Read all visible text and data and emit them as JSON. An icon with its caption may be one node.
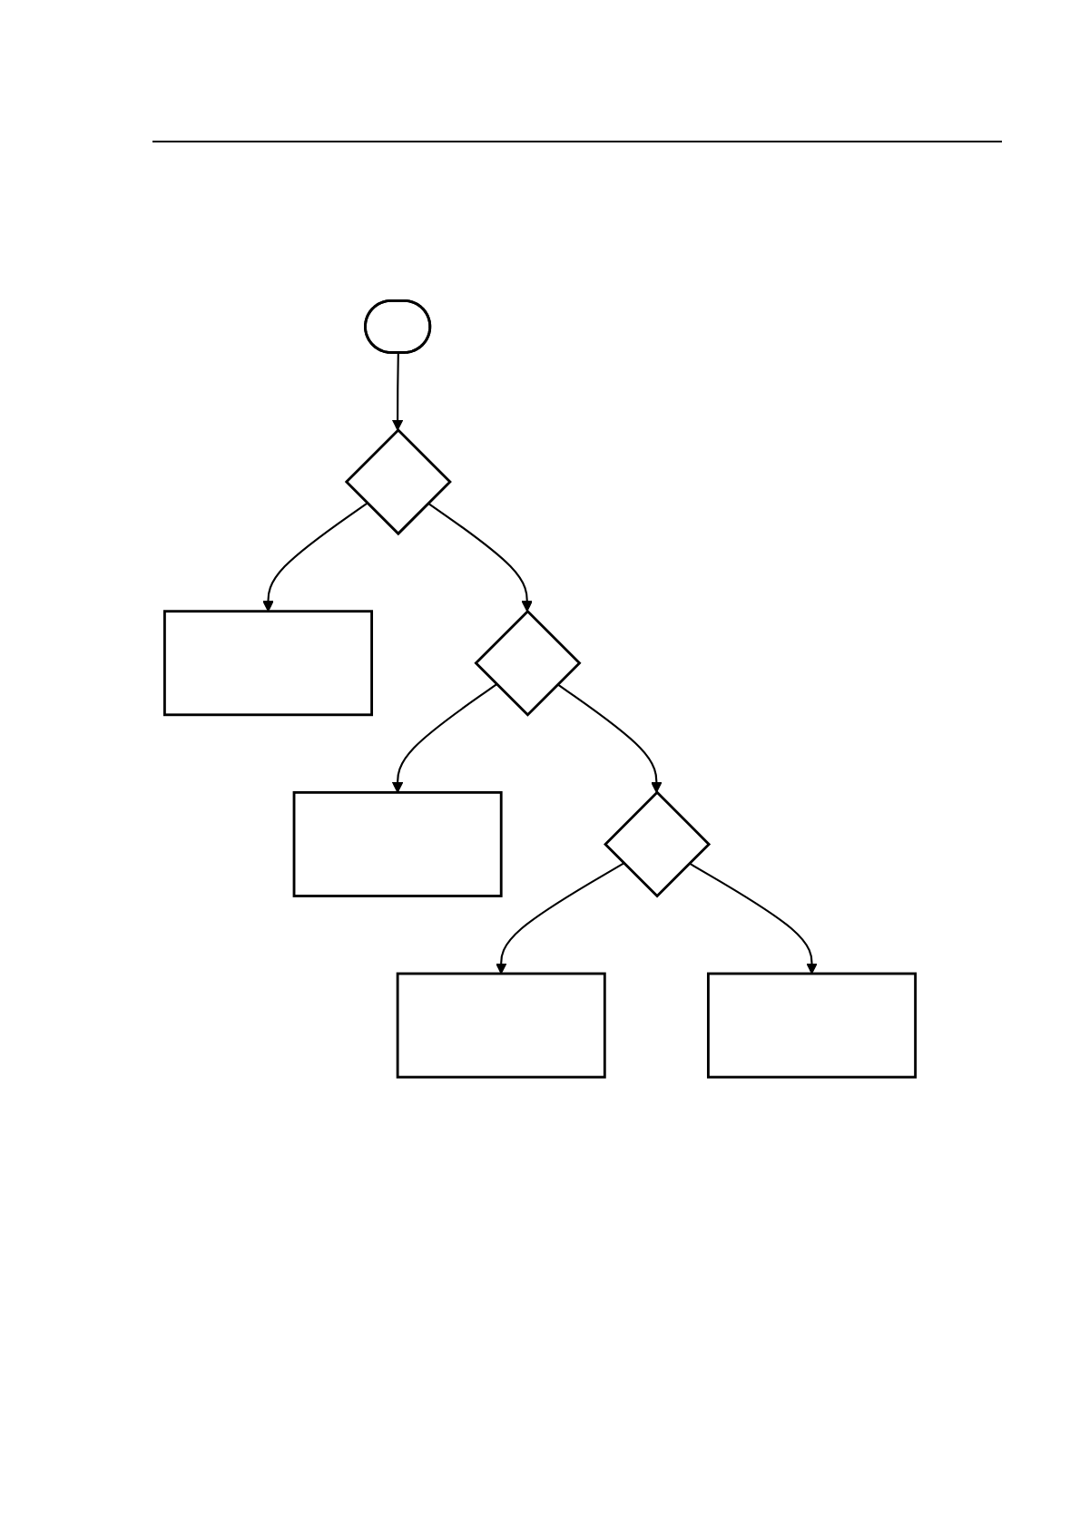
{
  "diagram": {
    "nodes": [
      {
        "text": [],
        "shape": "ellipse"
      },
      {
        "text": [],
        "shape": "diamond"
      },
      {
        "text": [],
        "shape": "box"
      },
      {
        "text": [],
        "shape": "diamond"
      },
      {
        "text": [],
        "shape": "box"
      },
      {
        "text": [],
        "shape": "diamond"
      },
      {
        "text": [],
        "shape": "box"
      },
      {
        "text": [],
        "shape": "box"
      }
    ],
    "edges": [
      {
        "from": 0,
        "to": 1,
        "arrow": "to"
      },
      {
        "from": 1,
        "to": 2,
        "arrow": "to"
      },
      {
        "from": 1,
        "to": 3,
        "arrow": "to"
      },
      {
        "from": 3,
        "to": 4,
        "arrow": "to"
      },
      {
        "from": 3,
        "to": 5,
        "arrow": "to"
      },
      {
        "from": 5,
        "to": 6,
        "arrow": "to"
      },
      {
        "from": 5,
        "to": 7,
        "arrow": "to"
      }
    ]
  }
}
